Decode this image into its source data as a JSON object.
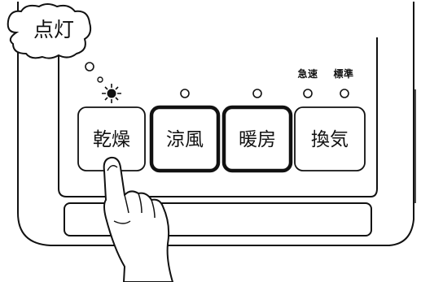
{
  "callout": {
    "text": "点灯"
  },
  "speed_labels": {
    "fast": "急速",
    "standard": "標準"
  },
  "buttons": [
    {
      "label": "乾燥",
      "lit": true,
      "emphasized": false
    },
    {
      "label": "涼風",
      "lit": false,
      "emphasized": true
    },
    {
      "label": "暖房",
      "lit": false,
      "emphasized": true
    },
    {
      "label": "換気",
      "lit": false,
      "emphasized": false
    }
  ],
  "colors": {
    "line": "#111111",
    "background": "#ffffff"
  }
}
